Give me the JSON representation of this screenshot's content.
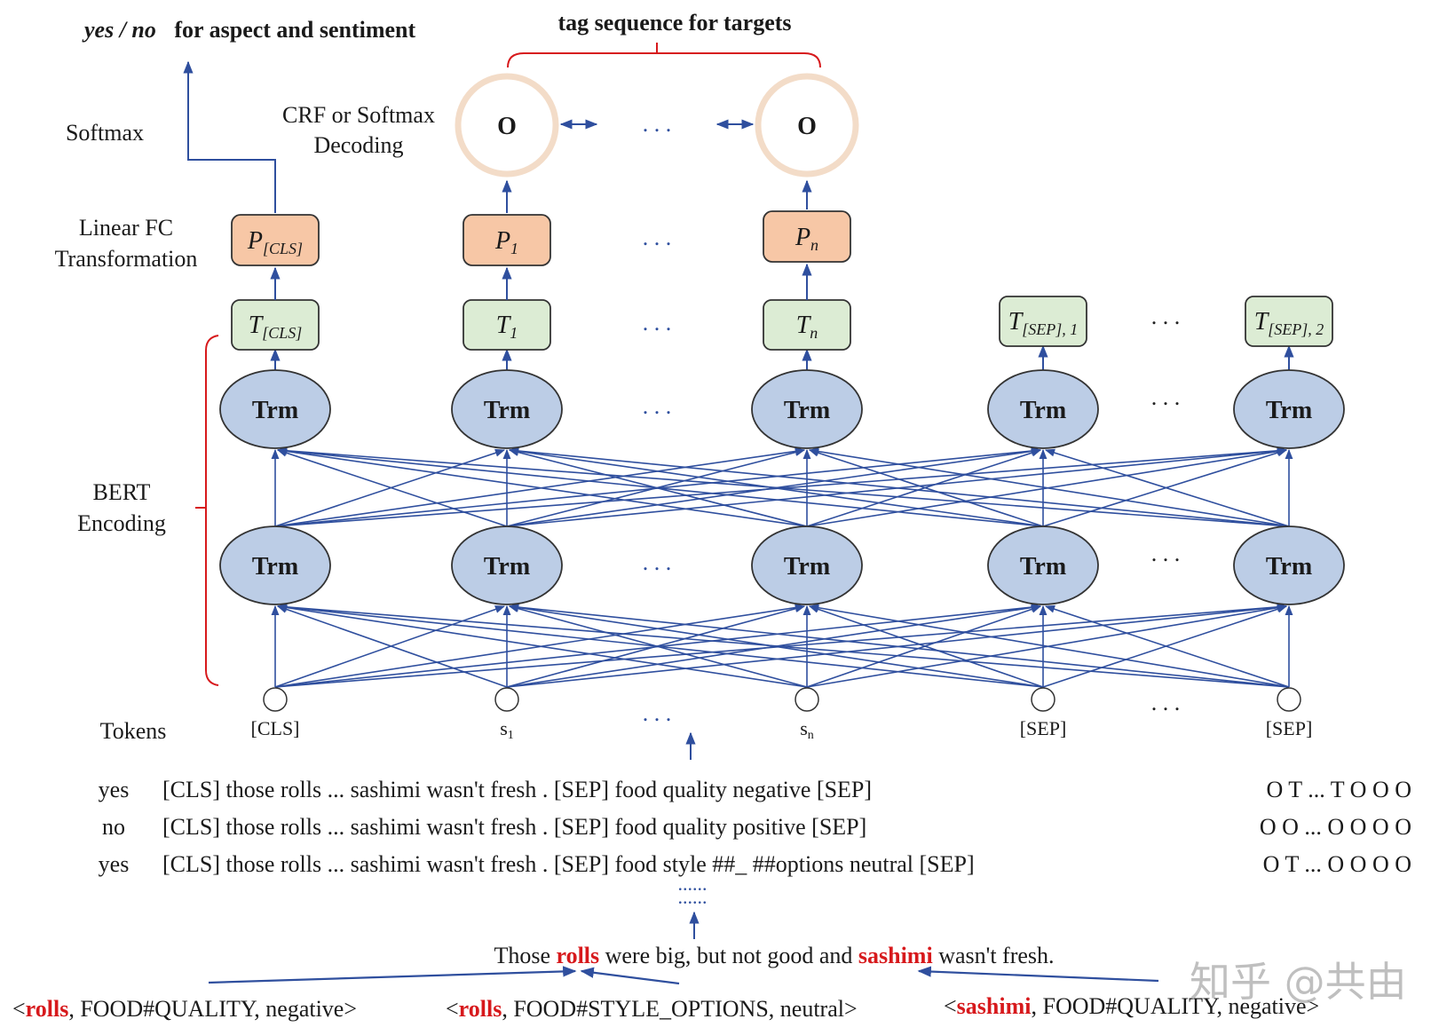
{
  "top": {
    "yes_no_italic": "yes / no",
    "yes_no_rest": "for aspect and sentiment",
    "tag_sequence_title": "tag sequence for targets"
  },
  "left_labels": {
    "softmax": "Softmax",
    "linear_fc_line1": "Linear FC",
    "linear_fc_line2": "Transformation",
    "bert_line1": "BERT",
    "bert_line2": "Encoding",
    "tokens": "Tokens"
  },
  "decoding": {
    "line1": "CRF or Softmax",
    "line2": "Decoding",
    "output_tags": [
      "O",
      "O"
    ]
  },
  "p_boxes": [
    {
      "main": "P",
      "sub": "[CLS]"
    },
    {
      "main": "P",
      "sub": "1"
    },
    {
      "main": "P",
      "sub": "n"
    }
  ],
  "t_boxes": [
    {
      "main": "T",
      "sub": "[CLS]"
    },
    {
      "main": "T",
      "sub": "1"
    },
    {
      "main": "T",
      "sub": "n"
    },
    {
      "main": "T",
      "sub": "[SEP], 1"
    },
    {
      "main": "T",
      "sub": "[SEP], 2"
    }
  ],
  "trm_label": "Trm",
  "ellipsis": ". . .",
  "tokens": [
    {
      "main": "[CLS]",
      "sub": ""
    },
    {
      "main": "s",
      "sub": "1"
    },
    {
      "main": "s",
      "sub": "n"
    },
    {
      "main": "[SEP]",
      "sub": ""
    },
    {
      "main": "[SEP]",
      "sub": ""
    }
  ],
  "examples": [
    {
      "label": "yes",
      "text": "[CLS] those rolls ... sashimi wasn't fresh . [SEP] food quality negative [SEP]",
      "tags": "O T  ... T O O O"
    },
    {
      "label": "no",
      "text": "[CLS] those rolls ... sashimi wasn't fresh . [SEP] food quality positive [SEP]",
      "tags": "O O  ... O O O O"
    },
    {
      "label": "yes",
      "text": "[CLS] those rolls ... sashimi wasn't fresh . [SEP] food style ##_ ##options neutral [SEP]",
      "tags": "O T  ... O O O O"
    }
  ],
  "vertical_dots": "......",
  "sentence": {
    "part1": "Those ",
    "target1": "rolls",
    "part2": " were big, but not good and ",
    "target2": "sashimi",
    "part3": " wasn't fresh."
  },
  "tuples": [
    {
      "open": "<",
      "target": "rolls",
      "rest": ", FOOD#QUALITY, negative>"
    },
    {
      "open": "<",
      "target": "rolls",
      "rest": ", FOOD#STYLE_OPTIONS, neutral>"
    },
    {
      "open": "<",
      "target": "sashimi",
      "rest": ", FOOD#QUALITY, negative>"
    }
  ],
  "watermark": "知乎 @共由",
  "colors": {
    "trm_fill": "#bccde6",
    "p_fill": "#f7c7a6",
    "t_fill": "#dcecd4",
    "arrow": "#2f4f9e",
    "bracket": "#d7191c",
    "o_ring": "#f3dcc8",
    "highlight": "#d7191c"
  }
}
